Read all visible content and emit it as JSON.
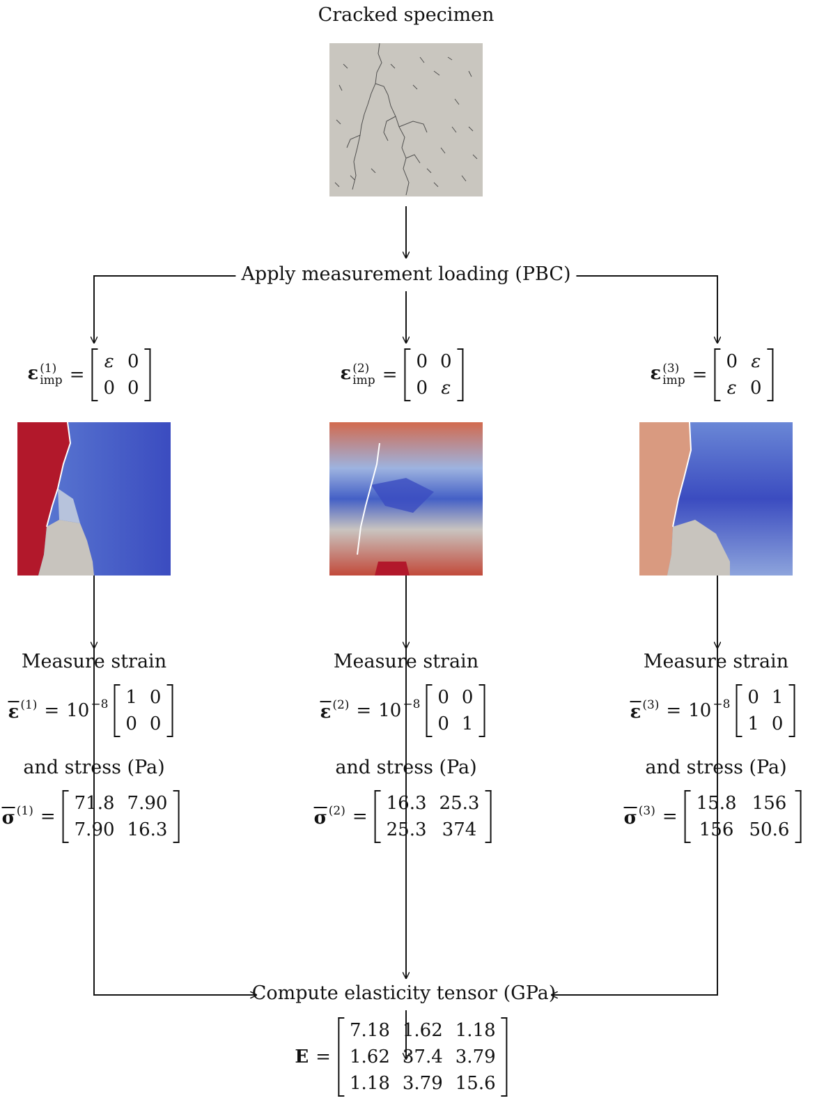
{
  "title": "Cracked specimen",
  "apply_label": "Apply measurement loading (PBC)",
  "columns": [
    {
      "imposed": {
        "symbol": "ε",
        "sub": "imp",
        "sup": "(1)",
        "rows": [
          [
            "ε",
            "0"
          ],
          [
            "0",
            "0"
          ]
        ]
      },
      "measure_label": "Measure strain",
      "strain": {
        "symbol": "ε",
        "sup": "(1)",
        "factor": "10",
        "exponent": "−8",
        "rows": [
          [
            "1",
            "0"
          ],
          [
            "0",
            "0"
          ]
        ]
      },
      "stress_label": "and stress (Pa)",
      "stress": {
        "symbol": "σ",
        "sup": "(1)",
        "rows": [
          [
            "71.8",
            "7.90"
          ],
          [
            "7.90",
            "16.3"
          ]
        ]
      }
    },
    {
      "imposed": {
        "symbol": "ε",
        "sub": "imp",
        "sup": "(2)",
        "rows": [
          [
            "0",
            "0"
          ],
          [
            "0",
            "ε"
          ]
        ]
      },
      "measure_label": "Measure strain",
      "strain": {
        "symbol": "ε",
        "sup": "(2)",
        "factor": "10",
        "exponent": "−8",
        "rows": [
          [
            "0",
            "0"
          ],
          [
            "0",
            "1"
          ]
        ]
      },
      "stress_label": "and stress (Pa)",
      "stress": {
        "symbol": "σ",
        "sup": "(2)",
        "rows": [
          [
            "16.3",
            "25.3"
          ],
          [
            "25.3",
            "374"
          ]
        ]
      }
    },
    {
      "imposed": {
        "symbol": "ε",
        "sub": "imp",
        "sup": "(3)",
        "rows": [
          [
            "0",
            "ε"
          ],
          [
            "ε",
            "0"
          ]
        ]
      },
      "measure_label": "Measure strain",
      "strain": {
        "symbol": "ε",
        "sup": "(3)",
        "factor": "10",
        "exponent": "−8",
        "rows": [
          [
            "0",
            "1"
          ],
          [
            "1",
            "0"
          ]
        ]
      },
      "stress_label": "and stress (Pa)",
      "stress": {
        "symbol": "σ",
        "sup": "(3)",
        "rows": [
          [
            "15.8",
            "156"
          ],
          [
            "156",
            "50.6"
          ]
        ]
      }
    }
  ],
  "compute_label": "Compute elasticity tensor (GPa)",
  "result": {
    "symbol": "E",
    "rows": [
      [
        "7.18",
        "1.62",
        "1.18"
      ],
      [
        "1.62",
        "37.4",
        "3.79"
      ],
      [
        "1.18",
        "3.79",
        "15.6"
      ]
    ]
  },
  "colors": {
    "field_red": "#b2182b",
    "field_blue": "#3b4cc0",
    "field_neutral": "#c8c4be",
    "specimen_gray": "#c9c6bf"
  }
}
